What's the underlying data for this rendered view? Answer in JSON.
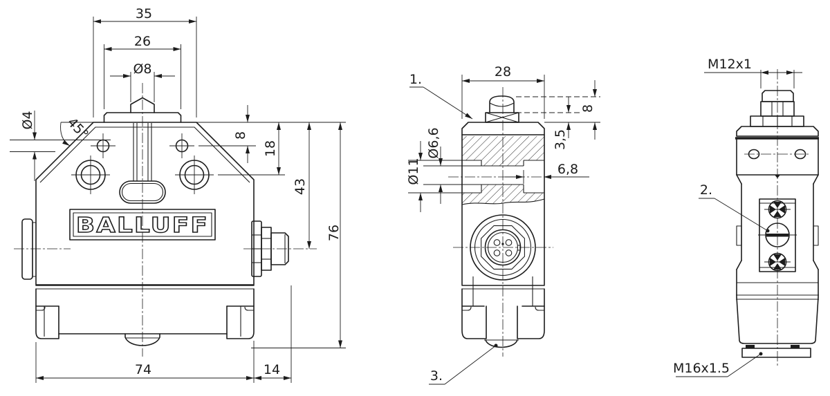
{
  "colors": {
    "line": "#1c1c1c",
    "background": "#ffffff"
  },
  "brand_logo": "BALLUFF",
  "front_view": {
    "top_width": "35",
    "plate_width": "26",
    "plunger_dia": "Ø8",
    "side_hole_dia": "Ø4",
    "chamfer_angle": "45°",
    "side_hole_depth": "8",
    "mount_hole_depth": "18",
    "connector_axis_height": "43",
    "total_height": "76",
    "body_width": "74",
    "connector_length": "14"
  },
  "side_view": {
    "body_width": "28",
    "callout_head": "1.",
    "bore_dia": "Ø6,6",
    "counterbore_dia": "Ø11",
    "counterbore_depth": "6,8",
    "cap_offset": "3,5",
    "plunger_stroke": "8",
    "callout_plunger": "3."
  },
  "end_view": {
    "connector_thread": "M12x1",
    "callout_adjuster": "2.",
    "gland_thread": "M16x1.5"
  }
}
